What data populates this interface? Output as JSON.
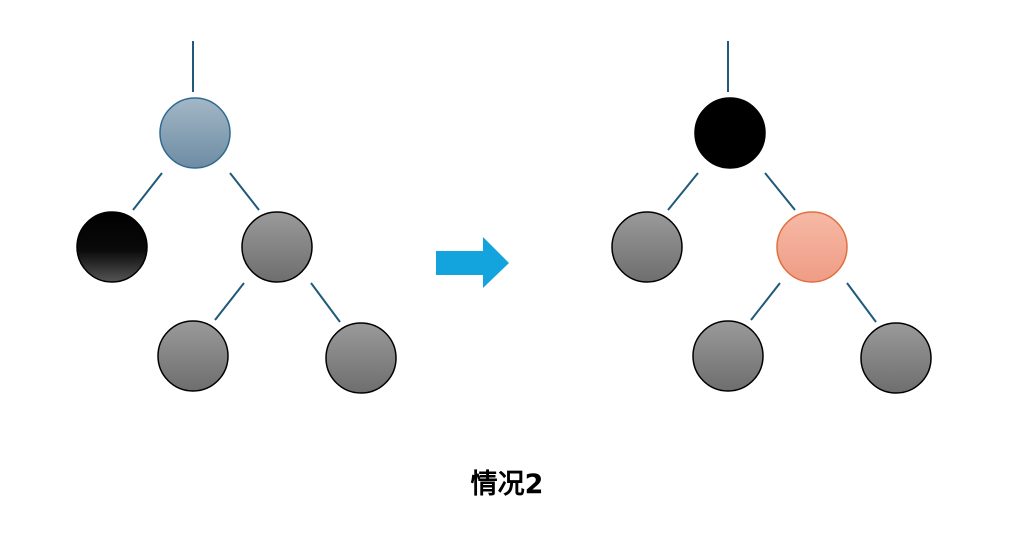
{
  "caption": "情况2",
  "colors": {
    "edge": "#1f5a7a",
    "arrow": "#13a3dd",
    "black_node": "#000000",
    "gray_node": "#8a8a8a",
    "blue_gray_node": "#7f9bb0",
    "blue_gray_stroke": "#2f6a8f",
    "salmon_node": "#f2a892",
    "salmon_stroke": "#e07040",
    "node_stroke": "#000000"
  },
  "trees": [
    {
      "name": "before",
      "nodes": [
        {
          "role": "parent",
          "fill": "blue-gray"
        },
        {
          "role": "left-child",
          "fill": "black"
        },
        {
          "role": "right-child",
          "fill": "gray"
        },
        {
          "role": "right-left-grandchild",
          "fill": "gray"
        },
        {
          "role": "right-right-grandchild",
          "fill": "gray"
        }
      ]
    },
    {
      "name": "after",
      "nodes": [
        {
          "role": "parent",
          "fill": "black"
        },
        {
          "role": "left-child",
          "fill": "gray"
        },
        {
          "role": "right-child",
          "fill": "salmon"
        },
        {
          "role": "right-left-grandchild",
          "fill": "gray"
        },
        {
          "role": "right-right-grandchild",
          "fill": "gray"
        }
      ]
    }
  ]
}
